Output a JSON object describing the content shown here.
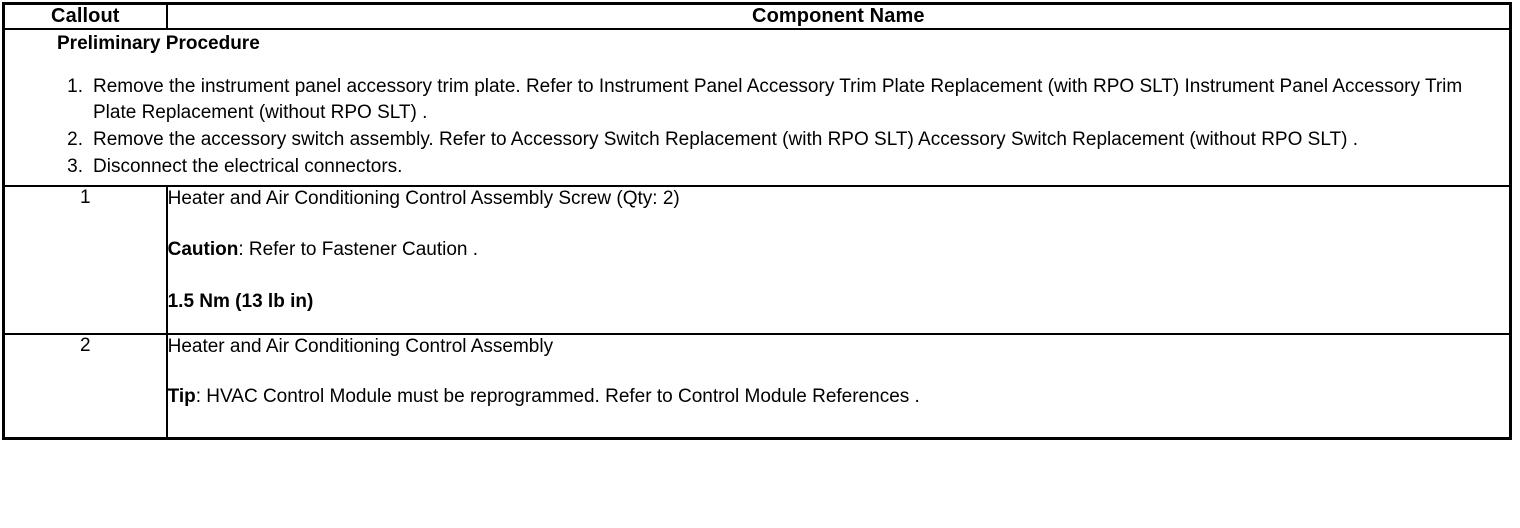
{
  "table": {
    "headers": {
      "callout": "Callout",
      "component_name": "Component Name"
    },
    "preliminary": {
      "title": "Preliminary Procedure",
      "steps": [
        "Remove the instrument panel accessory trim plate. Refer to Instrument Panel Accessory Trim Plate Replacement (with RPO SLT) Instrument Panel Accessory Trim Plate Replacement (without RPO SLT) .",
        "Remove the accessory switch assembly. Refer to Accessory Switch Replacement (with RPO SLT) Accessory Switch Replacement (without RPO SLT) .",
        "Disconnect the electrical connectors."
      ]
    },
    "rows": [
      {
        "callout": "1",
        "name": "Heater and Air Conditioning Control Assembly Screw (Qty: 2)",
        "note_label": "Caution",
        "note_text": ": Refer to Fastener Caution .",
        "torque": "1.5 Nm (13 lb in)"
      },
      {
        "callout": "2",
        "name": "Heater and Air Conditioning Control Assembly",
        "note_label": "Tip",
        "note_text": ": HVAC Control Module must be reprogrammed. Refer to Control Module References ."
      }
    ]
  }
}
